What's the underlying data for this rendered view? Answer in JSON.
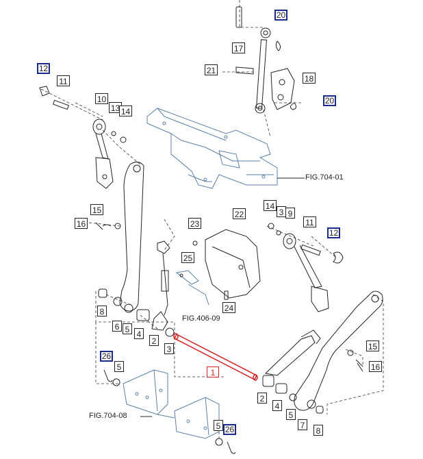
{
  "labels": [
    {
      "id": "20a",
      "text": "20",
      "style": "blue"
    },
    {
      "id": "17",
      "text": "17",
      "style": "normal"
    },
    {
      "id": "21",
      "text": "21",
      "style": "normal"
    },
    {
      "id": "18",
      "text": "18",
      "style": "normal"
    },
    {
      "id": "20b",
      "text": "20",
      "style": "blue"
    },
    {
      "id": "12a",
      "text": "12",
      "style": "blue"
    },
    {
      "id": "11a",
      "text": "11",
      "style": "normal"
    },
    {
      "id": "10",
      "text": "10",
      "style": "normal"
    },
    {
      "id": "13",
      "text": "13",
      "style": "normal"
    },
    {
      "id": "14a",
      "text": "14",
      "style": "normal"
    },
    {
      "id": "15a",
      "text": "15",
      "style": "normal"
    },
    {
      "id": "16a",
      "text": "16",
      "style": "normal"
    },
    {
      "id": "23",
      "text": "23",
      "style": "normal"
    },
    {
      "id": "22",
      "text": "22",
      "style": "normal"
    },
    {
      "id": "25",
      "text": "25",
      "style": "normal"
    },
    {
      "id": "24",
      "text": "24",
      "style": "normal"
    },
    {
      "id": "14b",
      "text": "14",
      "style": "normal"
    },
    {
      "id": "3a",
      "text": "3",
      "style": "normal"
    },
    {
      "id": "9",
      "text": "9",
      "style": "normal"
    },
    {
      "id": "11b",
      "text": "11",
      "style": "normal"
    },
    {
      "id": "12b",
      "text": "12",
      "style": "blue"
    },
    {
      "id": "8a",
      "text": "8",
      "style": "normal"
    },
    {
      "id": "6",
      "text": "6",
      "style": "normal"
    },
    {
      "id": "5a",
      "text": "5",
      "style": "normal"
    },
    {
      "id": "4a",
      "text": "4",
      "style": "normal"
    },
    {
      "id": "2a",
      "text": "2",
      "style": "normal"
    },
    {
      "id": "3b",
      "text": "3",
      "style": "normal"
    },
    {
      "id": "1",
      "text": "1",
      "style": "red"
    },
    {
      "id": "26a",
      "text": "26",
      "style": "blue"
    },
    {
      "id": "5b",
      "text": "5",
      "style": "normal"
    },
    {
      "id": "15b",
      "text": "15",
      "style": "normal"
    },
    {
      "id": "16b",
      "text": "16",
      "style": "normal"
    },
    {
      "id": "2b",
      "text": "2",
      "style": "normal"
    },
    {
      "id": "4b",
      "text": "4",
      "style": "normal"
    },
    {
      "id": "5c",
      "text": "5",
      "style": "normal"
    },
    {
      "id": "7",
      "text": "7",
      "style": "normal"
    },
    {
      "id": "8b",
      "text": "8",
      "style": "normal"
    },
    {
      "id": "5d",
      "text": "5",
      "style": "normal"
    },
    {
      "id": "26b",
      "text": "26",
      "style": "blue"
    }
  ],
  "figure_refs": {
    "fig_704_01": "FIG.704-01",
    "fig_406_09": "FIG.406-09",
    "fig_704_08": "FIG.704-08"
  },
  "colors": {
    "line": "#222222",
    "part_blue": "#5a7fa8",
    "highlight_red": "#d21f1f",
    "callout_blue": "#1a2a8a"
  }
}
